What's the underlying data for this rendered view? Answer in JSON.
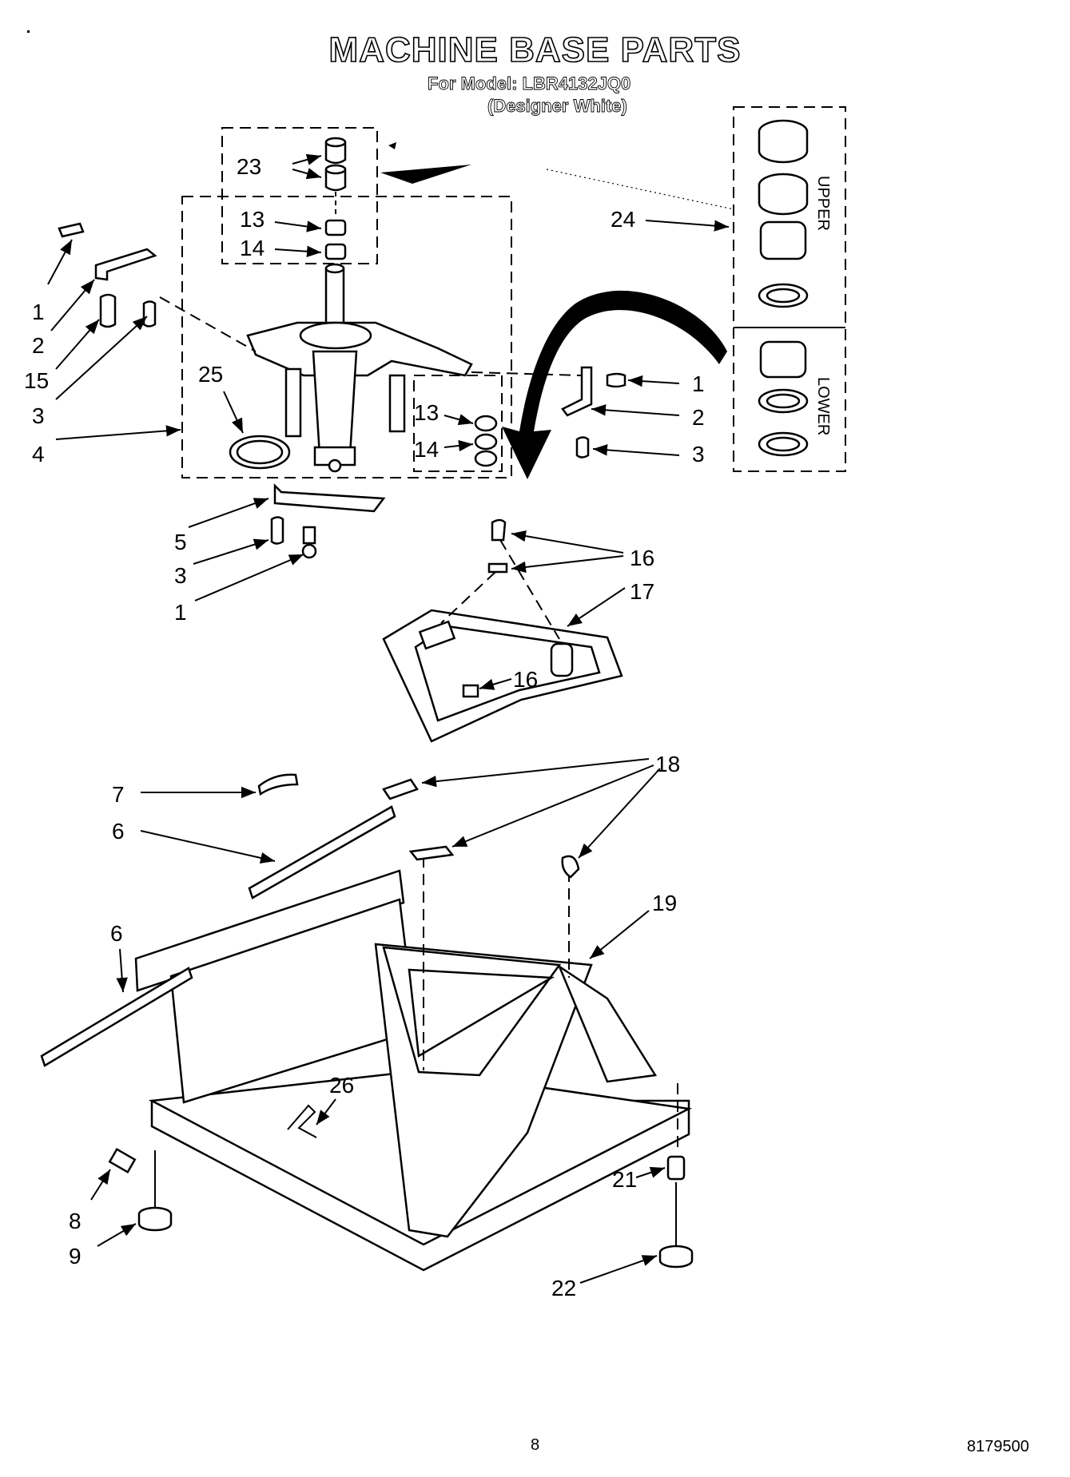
{
  "header": {
    "title": "MACHINE BASE PARTS",
    "model": "For Model: LBR4132JQ0",
    "variant": "(Designer White)"
  },
  "footer": {
    "page_number": "8",
    "doc_number": "8179500"
  },
  "callouts": [
    {
      "id": "c1a",
      "text": "1"
    },
    {
      "id": "c2a",
      "text": "2"
    },
    {
      "id": "c15",
      "text": "15"
    },
    {
      "id": "c3a",
      "text": "3"
    },
    {
      "id": "c4",
      "text": "4"
    },
    {
      "id": "c25",
      "text": "25"
    },
    {
      "id": "c23",
      "text": "23"
    },
    {
      "id": "c13a",
      "text": "13"
    },
    {
      "id": "c14a",
      "text": "14"
    },
    {
      "id": "c24",
      "text": "24"
    },
    {
      "id": "c1b",
      "text": "1"
    },
    {
      "id": "c2b",
      "text": "2"
    },
    {
      "id": "c3b",
      "text": "3"
    },
    {
      "id": "c13b",
      "text": "13"
    },
    {
      "id": "c14b",
      "text": "14"
    },
    {
      "id": "c5",
      "text": "5"
    },
    {
      "id": "c3c",
      "text": "3"
    },
    {
      "id": "c1c",
      "text": "1"
    },
    {
      "id": "c16a",
      "text": "16"
    },
    {
      "id": "c17",
      "text": "17"
    },
    {
      "id": "c16b",
      "text": "16"
    },
    {
      "id": "c18",
      "text": "18"
    },
    {
      "id": "c7",
      "text": "7"
    },
    {
      "id": "c6a",
      "text": "6"
    },
    {
      "id": "c19",
      "text": "19"
    },
    {
      "id": "c6b",
      "text": "6"
    },
    {
      "id": "c26",
      "text": "26"
    },
    {
      "id": "c21",
      "text": "21"
    },
    {
      "id": "c8",
      "text": "8"
    },
    {
      "id": "c9",
      "text": "9"
    },
    {
      "id": "c22",
      "text": "22"
    }
  ],
  "inset": {
    "upper_label": "UPPER",
    "lower_label": "LOWER"
  }
}
